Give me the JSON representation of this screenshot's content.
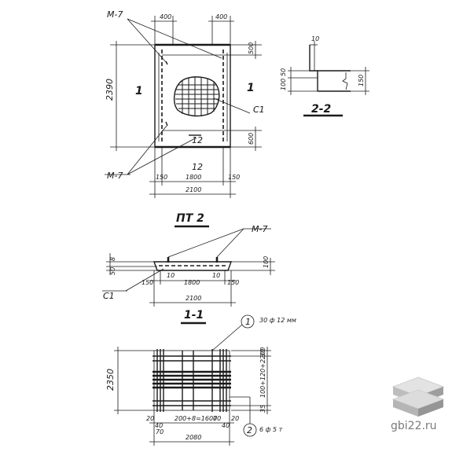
{
  "plan": {
    "m7_top": "М-7",
    "m7_bottom": "М-7",
    "dim_top_left": "400",
    "dim_top_right": "400",
    "dim_height": "2390",
    "dim_r1": "500",
    "dim_r2": "600",
    "label_left": "1",
    "label_right": "1",
    "label_c1": "С1",
    "label_12": "12",
    "dim_b150_left": "150",
    "dim_b1800": "1800",
    "dim_b150_right": "150",
    "dim_b2100": "2100",
    "label_12_below": "12"
  },
  "section22": {
    "dim_top": "10",
    "dim_50": "50",
    "dim_100": "100",
    "dim_150": "150",
    "title": "2-2"
  },
  "title_pt": "ПТ 2",
  "elevation": {
    "m7": "М-7",
    "c1": "С1",
    "dim_l8": "8",
    "dim_l50": "50",
    "dim_r100": "100",
    "dim_10a": "10",
    "dim_10b": "10",
    "dim_150l": "150",
    "dim_1800": "1800",
    "dim_150r": "150",
    "dim_2100": "2100"
  },
  "title_11": "1-1",
  "mesh": {
    "callout1": "1",
    "callout1_text": "30 ф 12 мм",
    "callout2": "2",
    "callout2_text": "6 ф 5 т",
    "dim_2350": "2350",
    "dim_r30": "30",
    "dim_r_mid": "100+120+2200",
    "dim_r35": "35",
    "dim_b20": "20",
    "dim_b40": "40",
    "dim_b70": "70",
    "dim_b_mid": "200+8=1600",
    "dim_b70r": "70",
    "dim_b40r": "40",
    "dim_b20r": "20",
    "dim_2080": "2080"
  },
  "watermark": "gbi22.ru"
}
